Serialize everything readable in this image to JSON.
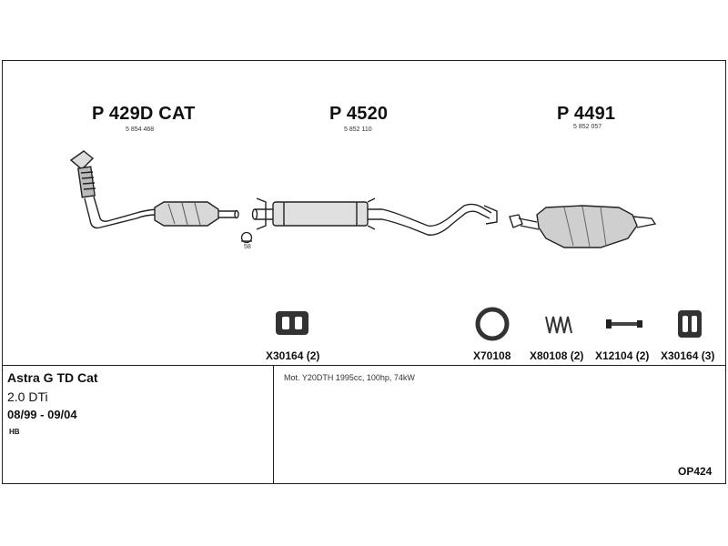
{
  "parts": [
    {
      "code": "P 429D CAT",
      "number": "5 854 468"
    },
    {
      "code": "P 4520",
      "number": "5 852 110"
    },
    {
      "code": "P 4491",
      "number": "5 852 057"
    }
  ],
  "clamp_label": "58",
  "accessories": [
    {
      "label": "X30164 (2)",
      "icon": "rubber-hanger-icon"
    },
    {
      "label": "X70108",
      "icon": "gasket-ring-icon"
    },
    {
      "label": "X80108 (2)",
      "icon": "spring-icon"
    },
    {
      "label": "X12104 (2)",
      "icon": "bolt-icon"
    },
    {
      "label": "X30164 (3)",
      "icon": "rubber-hanger-icon"
    }
  ],
  "vehicle": {
    "model": "Astra G TD Cat",
    "engine": "2.0 DTi",
    "years": "08/99 - 09/04",
    "body": "HB"
  },
  "engine_spec": "Mot. Y20DTH 1995cc, 100hp, 74kW",
  "diagram_code": "OP424"
}
